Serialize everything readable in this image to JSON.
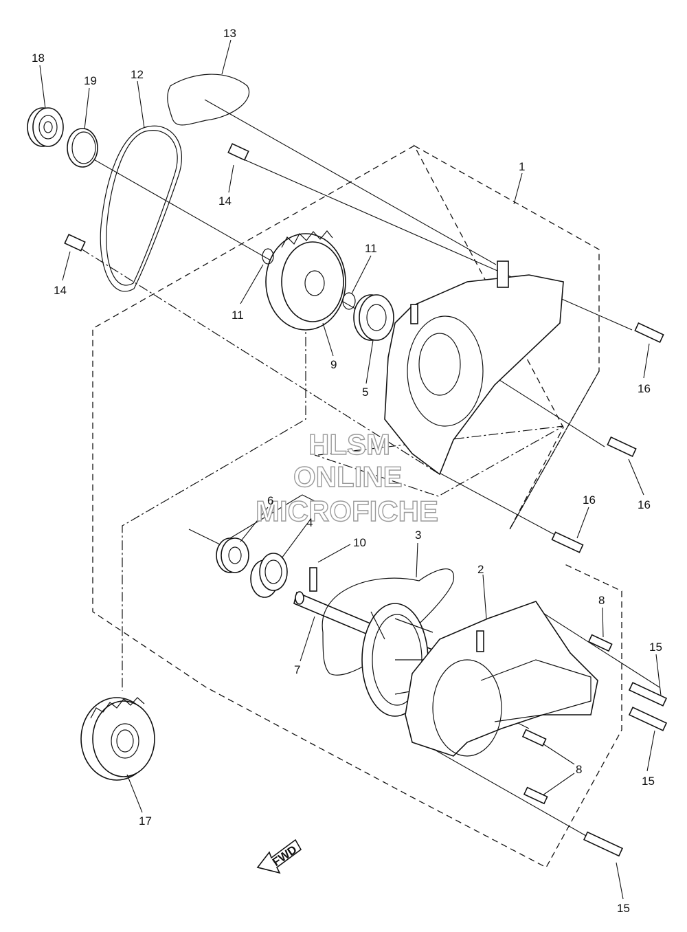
{
  "diagram": {
    "callouts": [
      "18",
      "19",
      "12",
      "13",
      "14",
      "14",
      "1",
      "11",
      "11",
      "9",
      "5",
      "16",
      "16",
      "16",
      "6",
      "4",
      "10",
      "3",
      "2",
      "8",
      "8",
      "7",
      "15",
      "15",
      "15",
      "17"
    ],
    "watermark": [
      "HLSM",
      "ONLINE",
      "MICROFICHE"
    ],
    "fwd_label": "FWD"
  }
}
